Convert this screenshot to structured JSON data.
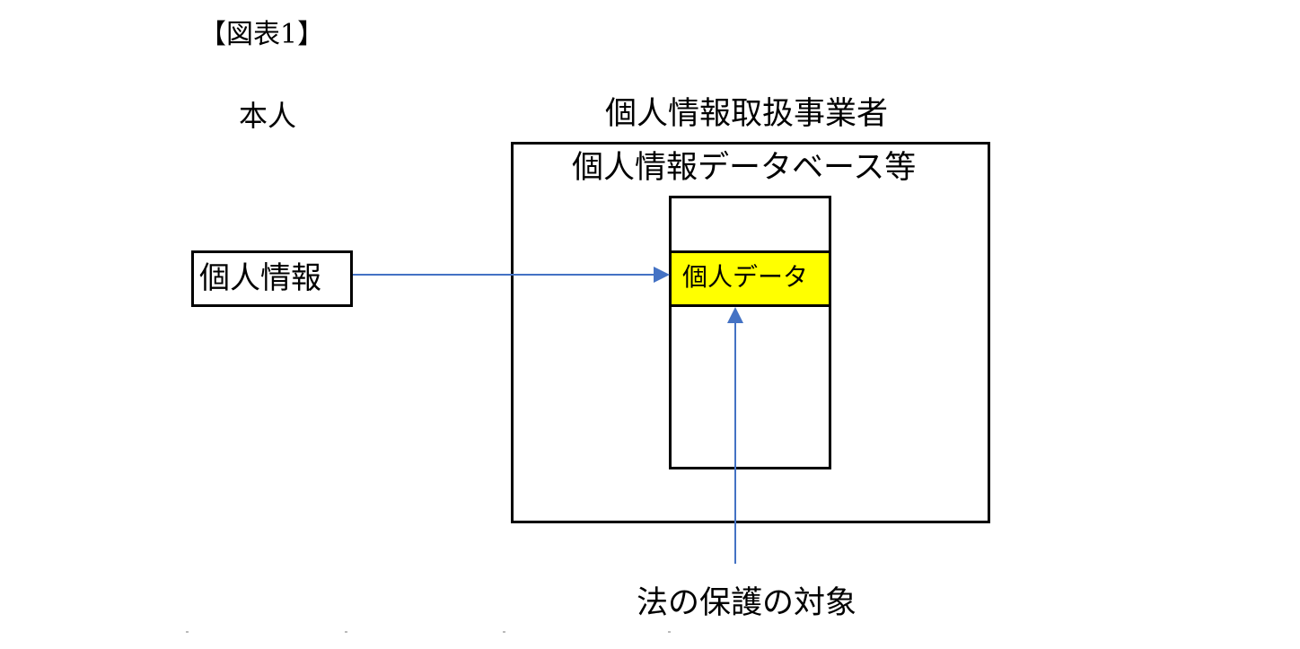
{
  "figure_title": "【図表1】",
  "person_label": "本人",
  "business_label": "個人情報取扱事業者",
  "database_label": "個人情報データベース等",
  "personal_info_label": "個人情報",
  "personal_data_label": "個人データ",
  "protection_label": "法の保護の対象",
  "colors": {
    "arrow": "#4472C4",
    "highlight": "#FFFF00"
  }
}
